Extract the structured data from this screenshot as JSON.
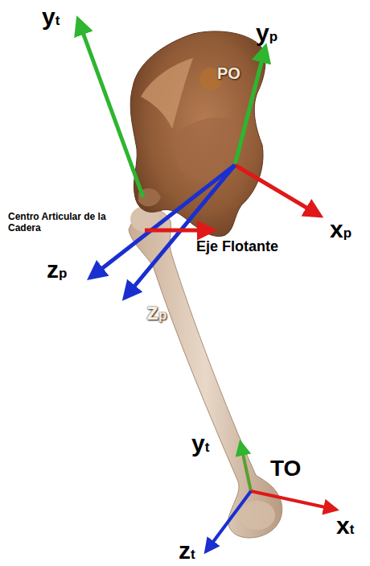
{
  "diagram": {
    "labels": [
      "yt",
      "yp",
      "PO",
      "xp",
      "Centro Articular de la Cadera",
      "zp",
      "Eje Flotante",
      "zp",
      "yt",
      "TO",
      "xt",
      "zt"
    ]
  }
}
